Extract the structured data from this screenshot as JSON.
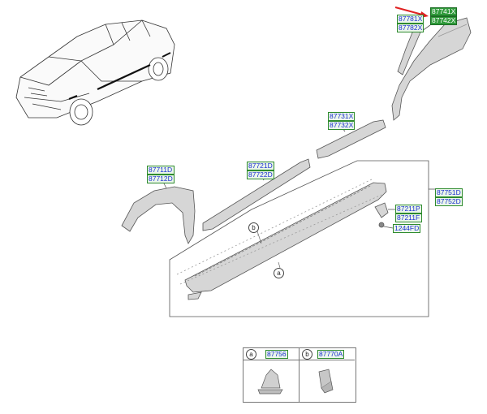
{
  "labels": {
    "top_right_hl_1": "87741X",
    "top_right_hl_2": "87742X",
    "top_right_1": "87781X",
    "top_right_2": "87782X",
    "door_upper_1": "87731X",
    "door_upper_2": "87732X",
    "door_lower_1": "87721D",
    "door_lower_2": "87722D",
    "fender_1": "87711D",
    "fender_2": "87712D",
    "side_sill_1": "87751D",
    "side_sill_2": "87752D",
    "clip_1": "87211P",
    "clip_2": "87211F",
    "screw": "1244FD"
  },
  "callouts": {
    "a": "a",
    "b": "b"
  },
  "legend": {
    "a_letter": "a",
    "a_part": "87756",
    "b_letter": "b",
    "b_part": "87770A"
  },
  "colors": {
    "label_text": "#1a2fd0",
    "label_border": "#2e8b2e",
    "highlight": "#2f9a3a",
    "arrow": "#e02020",
    "part_fill": "#d6d6d6",
    "line": "#444444"
  }
}
